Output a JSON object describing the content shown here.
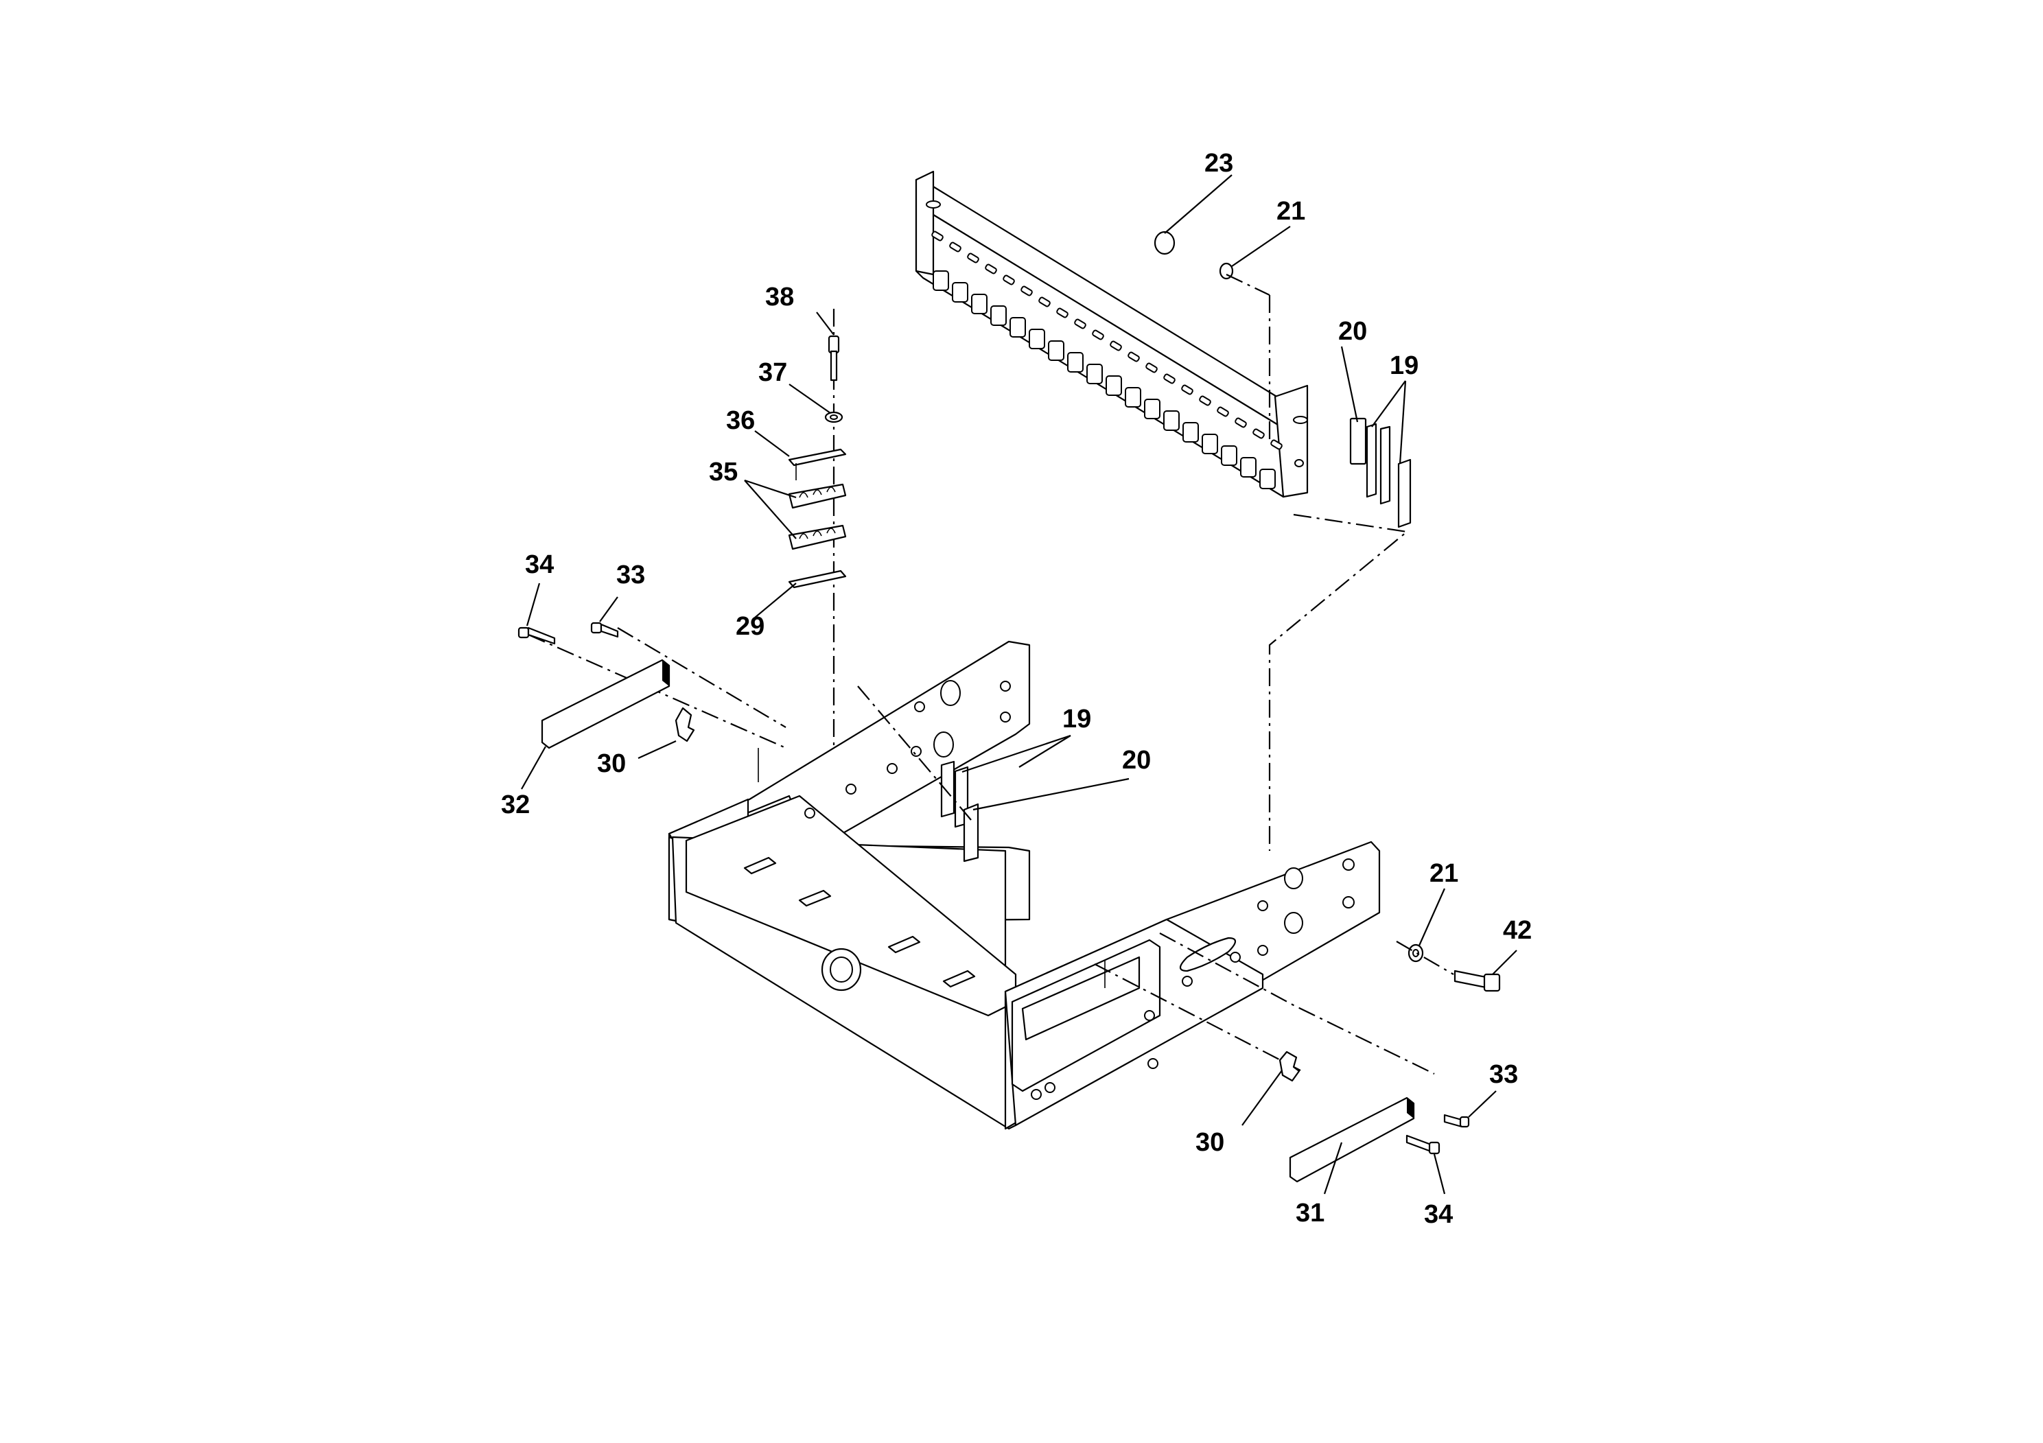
{
  "diagram": {
    "type": "exploded parts diagram",
    "callouts": [
      {
        "id": "c23a",
        "text": "23"
      },
      {
        "id": "c21a",
        "text": "21"
      },
      {
        "id": "c20a",
        "text": "20"
      },
      {
        "id": "c19a",
        "text": "19"
      },
      {
        "id": "c38",
        "text": "38"
      },
      {
        "id": "c37",
        "text": "37"
      },
      {
        "id": "c36",
        "text": "36"
      },
      {
        "id": "c35",
        "text": "35"
      },
      {
        "id": "c29",
        "text": "29"
      },
      {
        "id": "c34a",
        "text": "34"
      },
      {
        "id": "c33a",
        "text": "33"
      },
      {
        "id": "c30a",
        "text": "30"
      },
      {
        "id": "c32",
        "text": "32"
      },
      {
        "id": "c19b",
        "text": "19"
      },
      {
        "id": "c20b",
        "text": "20"
      },
      {
        "id": "c21b",
        "text": "21"
      },
      {
        "id": "c42",
        "text": "42"
      },
      {
        "id": "c33b",
        "text": "33"
      },
      {
        "id": "c30b",
        "text": "30"
      },
      {
        "id": "c31",
        "text": "31"
      },
      {
        "id": "c34b",
        "text": "34"
      }
    ]
  }
}
